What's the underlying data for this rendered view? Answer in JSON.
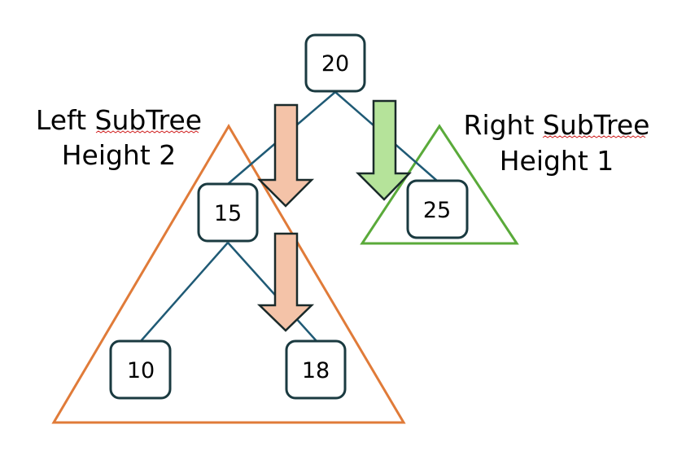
{
  "nodes": {
    "root": "20",
    "left_child": "15",
    "right_child": "25",
    "left_left": "10",
    "left_right": "18"
  },
  "captions": {
    "left_line1": "Left SubTree",
    "left_line2": "Height 2",
    "right_line1": "Right SubTree",
    "right_line2": "Height 1"
  },
  "colors": {
    "node_border": "#1a3a40",
    "edge": "#1f5a75",
    "left_triangle": "#e07b39",
    "right_triangle": "#5aaa3a",
    "left_arrow_fill": "#f4c3a8",
    "right_arrow_fill": "#b5e39a",
    "arrow_outline": "#1a2a2a"
  }
}
